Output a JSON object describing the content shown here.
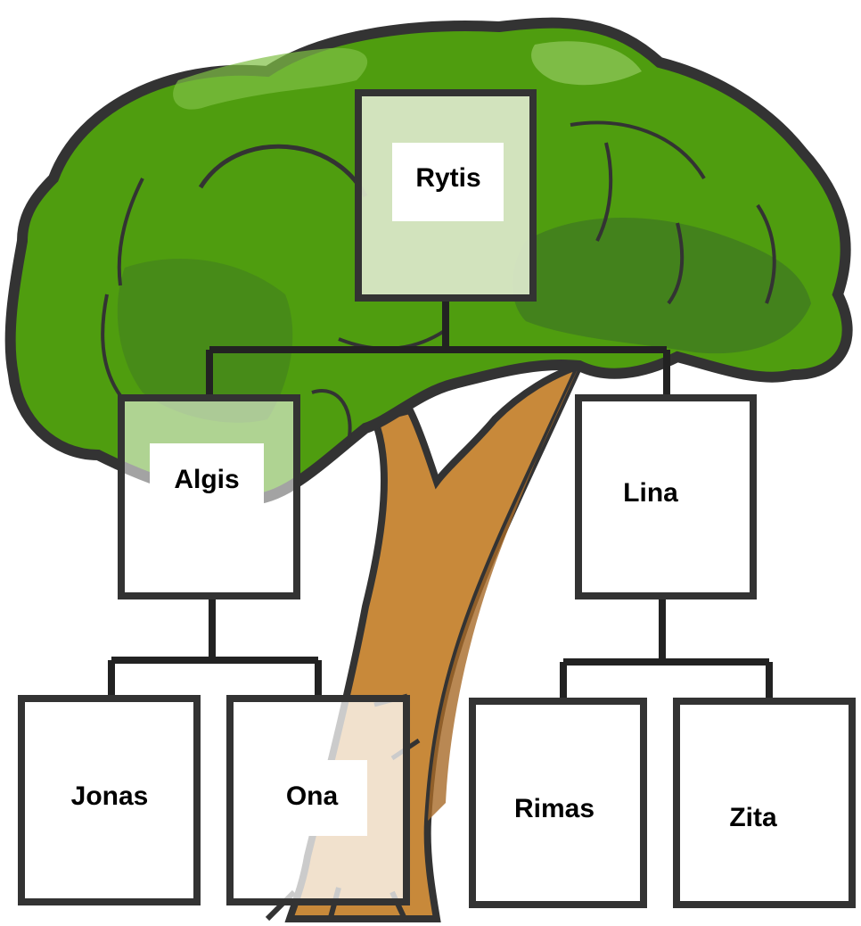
{
  "colors": {
    "foliage": "#4f9d0f",
    "foliage_highlight": "#7fbf45",
    "foliage_shadow": "#3f7a21",
    "trunk": "#c8893a",
    "trunk_shadow": "#a86a28",
    "outline": "#333333",
    "box_border": "#333333",
    "connector": "#222222",
    "box_fill": "#ffffff",
    "root_box_fill": "#dde9cc"
  },
  "tree": {
    "root": {
      "name": "Rytis"
    },
    "children": [
      {
        "name": "Algis",
        "children": [
          {
            "name": "Jonas"
          },
          {
            "name": "Ona"
          }
        ]
      },
      {
        "name": "Lina",
        "children": [
          {
            "name": "Rimas"
          },
          {
            "name": "Zita"
          }
        ]
      }
    ]
  }
}
